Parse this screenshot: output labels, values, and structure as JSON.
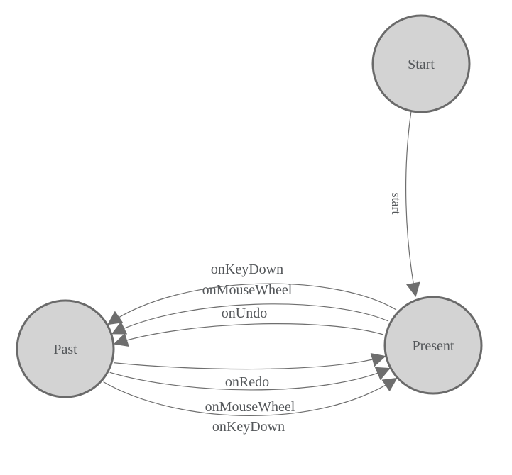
{
  "diagram": {
    "type": "state-machine",
    "background": "#ffffff",
    "colors": {
      "node_fill": "#d3d3d3",
      "node_stroke": "#6a6a6a",
      "edge_stroke": "#6e6e6e",
      "arrowhead_fill": "#6e6e6e",
      "label_color": "#54575a"
    },
    "nodes": [
      {
        "id": "start",
        "label": "Start"
      },
      {
        "id": "past",
        "label": "Past"
      },
      {
        "id": "present",
        "label": "Present"
      }
    ],
    "edges": [
      {
        "from": "start",
        "to": "present",
        "label": "start"
      },
      {
        "from": "present",
        "to": "past",
        "label": "onKeyDown"
      },
      {
        "from": "present",
        "to": "past",
        "label": "onMouseWheel"
      },
      {
        "from": "present",
        "to": "past",
        "label": "onUndo"
      },
      {
        "from": "past",
        "to": "present",
        "label": "onRedo"
      },
      {
        "from": "past",
        "to": "present",
        "label": "onMouseWheel"
      },
      {
        "from": "past",
        "to": "present",
        "label": "onKeyDown"
      }
    ]
  }
}
